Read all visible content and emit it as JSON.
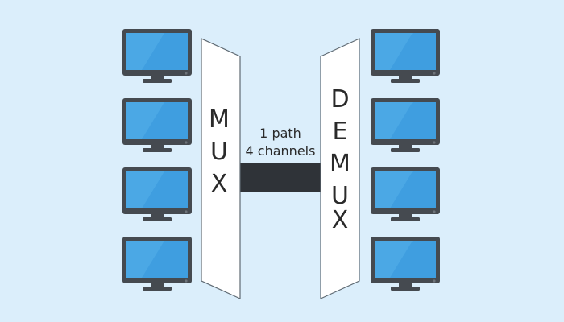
{
  "colors": {
    "background": "#dbeefb",
    "screen": "#3f9ee0",
    "screen_highlight": "#5cb3ea",
    "monitor_body": "#454a50",
    "panel_fill": "#ffffff",
    "panel_stroke": "#5f6a73",
    "link": "#2f3338",
    "dot": "#6d7379"
  },
  "mux": {
    "letters": [
      "M",
      "U",
      "X"
    ]
  },
  "demux": {
    "letters": [
      "D",
      "E",
      "M",
      "U",
      "X"
    ]
  },
  "link": {
    "line1": "1 path",
    "line2": "4 channels"
  },
  "monitors": {
    "left": [
      {
        "icon": "monitor-icon"
      },
      {
        "icon": "monitor-icon"
      },
      {
        "icon": "monitor-icon"
      },
      {
        "icon": "monitor-icon"
      }
    ],
    "right": [
      {
        "icon": "monitor-icon"
      },
      {
        "icon": "monitor-icon"
      },
      {
        "icon": "monitor-icon"
      },
      {
        "icon": "monitor-icon"
      }
    ]
  }
}
